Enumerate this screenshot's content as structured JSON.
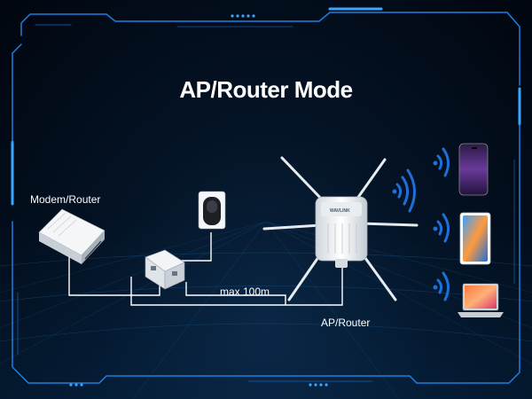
{
  "diagram": {
    "title": "AP/Router Mode",
    "labels": {
      "modem": "Modem/Router",
      "distance": "max 100m",
      "ap": "AP/Router"
    },
    "brand": "WAVLINK"
  },
  "colors": {
    "frame": "#1f7fe0",
    "cable": "#ffffff",
    "wifi": "#1e6fd8",
    "background": "#031022"
  },
  "icons": [
    "modem-icon",
    "poe-injector-icon",
    "power-adapter-icon",
    "ap-router-icon",
    "wifi-signal-icon",
    "phone-icon",
    "tablet-icon",
    "laptop-icon"
  ]
}
